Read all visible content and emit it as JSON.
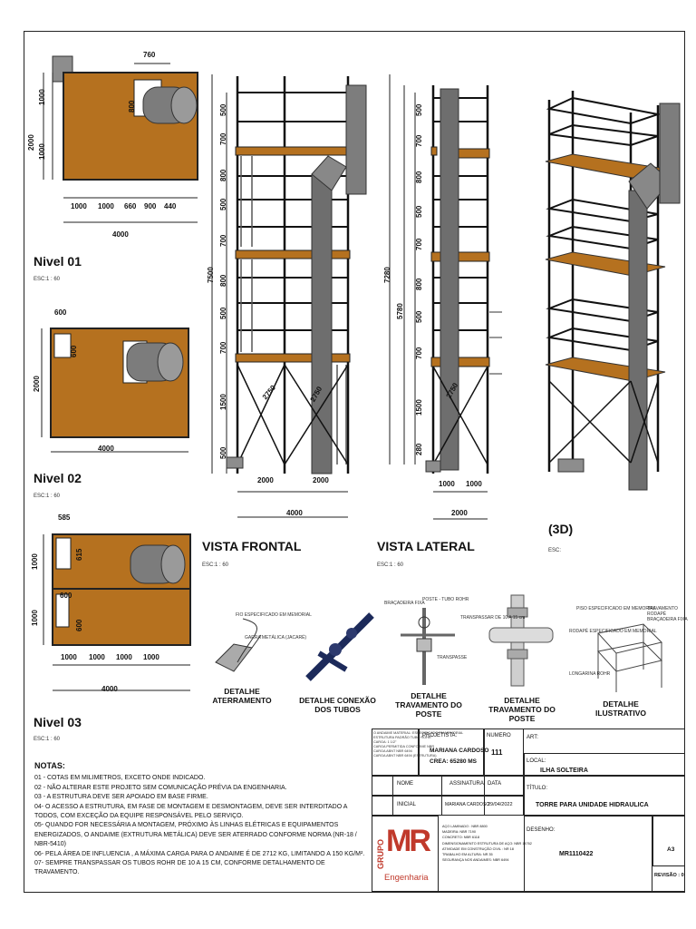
{
  "plans": {
    "nivel01": {
      "title": "Nivel 01",
      "scale": "ESC:1 : 60",
      "dims": {
        "top": "760",
        "left_total": "2000",
        "left_a": "1000",
        "left_b": "1000",
        "tank_w": "800",
        "bottom": [
          "1000",
          "1000",
          "660",
          "900",
          "440"
        ],
        "total": "4000"
      }
    },
    "nivel02": {
      "title": "Nivel 02",
      "scale": "ESC:1 : 60",
      "dims": {
        "top": "600",
        "side": "600",
        "left_total": "2000",
        "total": "4000"
      }
    },
    "nivel03": {
      "title": "Nivel 03",
      "scale": "ESC:1 : 60",
      "dims": {
        "top": "585",
        "inner_a": "615",
        "inner_b": "600",
        "inner_c": "600",
        "left_a": "1000",
        "left_b": "1000",
        "bottom": [
          "1000",
          "1000",
          "1000",
          "1000"
        ],
        "total": "4000"
      }
    }
  },
  "views": {
    "frontal": {
      "title": "VISTA FRONTAL",
      "scale": "ESC:1 : 60",
      "height_total": "7500",
      "dims": [
        "500",
        "700",
        "800",
        "500",
        "700",
        "800",
        "500",
        "700",
        "1500",
        "500"
      ],
      "diag_a": "2750",
      "diag_b": "2750",
      "bottom": [
        "2000",
        "2000"
      ],
      "total": "4000"
    },
    "lateral": {
      "title": "VISTA LATERAL",
      "scale": "ESC:1 : 60",
      "height_total": "7280",
      "height_inner": "5780",
      "dims": [
        "500",
        "700",
        "800",
        "500",
        "700",
        "800",
        "500",
        "700",
        "1500",
        "280"
      ],
      "diag": "2750",
      "bottom": [
        "1000",
        "1000"
      ],
      "total": "2000"
    },
    "iso": {
      "title": "(3D)",
      "scale": "ESC:"
    }
  },
  "details": [
    {
      "caption": "DETALHE ATERRAMENTO",
      "notes": [
        "FIO ESPECIFICADO EM MEMORIAL",
        "GARRA METÁLICA (JACARÉ)"
      ]
    },
    {
      "caption": "DETALHE CONEXÃO DOS TUBOS",
      "notes": []
    },
    {
      "caption": "DETALHE TRAVAMENTO DO POSTE",
      "notes": [
        "BRAÇADEIRA FIXA",
        "POSTE - TUBO ROHR",
        "TRANSPASSE"
      ]
    },
    {
      "caption": "DETALHE TRAVAMENTO DO POSTE",
      "notes": [
        "TRANSPASSAR DE 10 A 15 cm"
      ]
    },
    {
      "caption": "DETALHE ILUSTRATIVO",
      "notes": [
        "PISO ESPECIFICADO EM MEMORIAL",
        "TRAVAMENTO RODAPÉ BRAÇADEIRA FIXA",
        "RODAPÉ ESPECIFICADO EM MEMORIAL",
        "LONGARINA ROHR"
      ]
    }
  ],
  "notes": {
    "title": "NOTAS:",
    "items": [
      "01 - COTAS EM MILIMETROS, EXCETO ONDE INDICADO.",
      "02 - NÃO ALTERAR ESTE PROJETO SEM COMUNICAÇÃO PRÉVIA DA ENGENHARIA.",
      "03 - A ESTRUTURA DEVE SER APOIADO EM BASE FIRME.",
      "04- O ACESSO A ESTRUTURA, EM FASE DE MONTAGEM E DESMONTAGEM, DEVE SER INTERDITADO A TODOS, COM EXCEÇÃO DA EQUIPE RESPONSÁVEL PELO SERVIÇO.",
      "05- QUANDO FOR NECESSÁRIA A MONTAGEM, PRÓXIMO ÀS LINHAS ELÉTRICAS E EQUIPAMENTOS ENERGIZADOS, O ANDAIME (EXTRUTURA METÁLICA) DEVE SER ATERRADO CONFORME NORMA (NR-18 / NBR-5410)",
      "06- PELA ÁREA DE INFLUENCIA , A MÁXIMA CARGA PARA O ANDAIME É DE 2712 KG, LIMITANDO A 150 KG/M².",
      "07- SEMPRE TRANSPASSAR OS TUBOS ROHR DE 10 A 15 CM, CONFORME DETALHAMENTO DE TRAVAMENTO."
    ]
  },
  "titleblock": {
    "spec_lines": [
      "O ANDAIME MATERIAL: ESPECIFICADO EM MEMORIAL",
      "ESTRUTURA PADRÃO TUBO ROHR",
      "CARGA: 1 1/2\"",
      "CARGA PERMITIDA CONFORME NBR",
      "CARGA ABNT NBR 6494",
      "CARGA ABNT NBR 6494 (ESTRUTURA)"
    ],
    "projetista_label": "PROJETISTA:",
    "projetista": "MARIANA CARDOSO",
    "crea": "CREA: 65280 MS",
    "numero_label": "NUMERO",
    "numero": "111",
    "art_label": "ART:",
    "local_label": "LOCAL:",
    "local": "ILHA SOLTEIRA",
    "titulo_label": "TÍTULO:",
    "titulo": "TORRE PARA UNIDADE HIDRAULICA",
    "nome_label": "NOME",
    "assinatura_label": "ASSINATURA",
    "data_label": "DATA",
    "inicial": "INICIAL",
    "assinatura": "MARIANA CARDOSO",
    "data": "29/04/2022",
    "logo_group": "GRUPO",
    "logo_mark": "MR",
    "logo_sub": "Engenharia",
    "norms": [
      "AÇO LAMINADO : NBR 8800",
      "MADEIRA: NBR 7190",
      "CONCRETO: NBR 6118",
      "DIMENSIONAMENTO ESTRUTURA DE AÇO: NBR 14762",
      "ATIVIDADE EM CONSTRUÇÃO CIVIL : NR 18",
      "TRABALHO EM ALTURA: NR 35",
      "SEGURANÇA NOS ANDAIMES: NBR 6494"
    ],
    "desenho_label": "DESENHO:",
    "desenho": "MR1110422",
    "size": "A3",
    "revisao": "REVISÃO : 0"
  },
  "colors": {
    "wood": "#b5711f",
    "wood_dark": "#7a4812",
    "steel": "#6e6e6e",
    "pipe": "#111111",
    "line": "#222222"
  }
}
